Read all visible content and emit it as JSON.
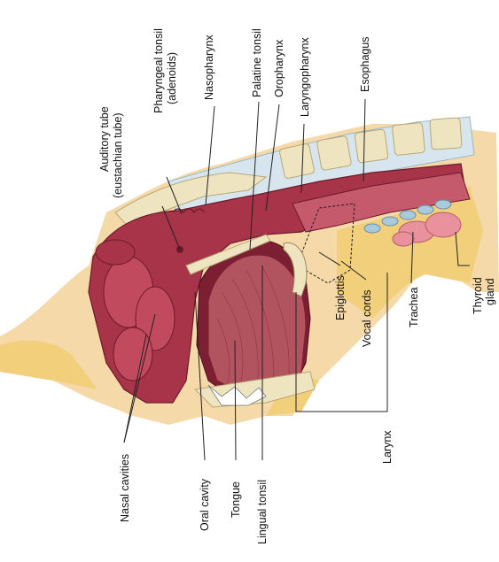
{
  "labels": {
    "pharyngeal_tonsil_line1": "Pharyngeal tonsil",
    "pharyngeal_tonsil_line2": "(adenoids)",
    "nasopharynx": "Nasopharynx",
    "palatine_tonsil": "Palatine tonsil",
    "oropharynx": "Oropharynx",
    "laryngopharynx": "Laryngopharynx",
    "esophagus": "Esophagus",
    "auditory_tube_line1": "Auditory tube",
    "auditory_tube_line2": "(eustachian tube)",
    "thyroid_gland_line1": "Thyroid",
    "thyroid_gland_line2": "gland",
    "trachea": "Trachea",
    "vocal_cords": "Vocal cords",
    "epiglottis": "Epiglottis",
    "larynx": "Larynx",
    "nasal_cavities": "Nasal cavities",
    "oral_cavity": "Oral cavity",
    "tongue": "Tongue",
    "lingual_tonsil": "Lingual tonsil"
  },
  "colors": {
    "mucosa": "#a8344a",
    "mucosa_dark": "#7d1f33",
    "tongue_muscle": "#b2545f",
    "bone": "#efe4c0",
    "bone_dots": "#c9b98a",
    "fat": "#f2cf7a",
    "skin": "#f6d9a8",
    "cartilage": "#a9c9dd",
    "thyroid": "#e9919c"
  }
}
